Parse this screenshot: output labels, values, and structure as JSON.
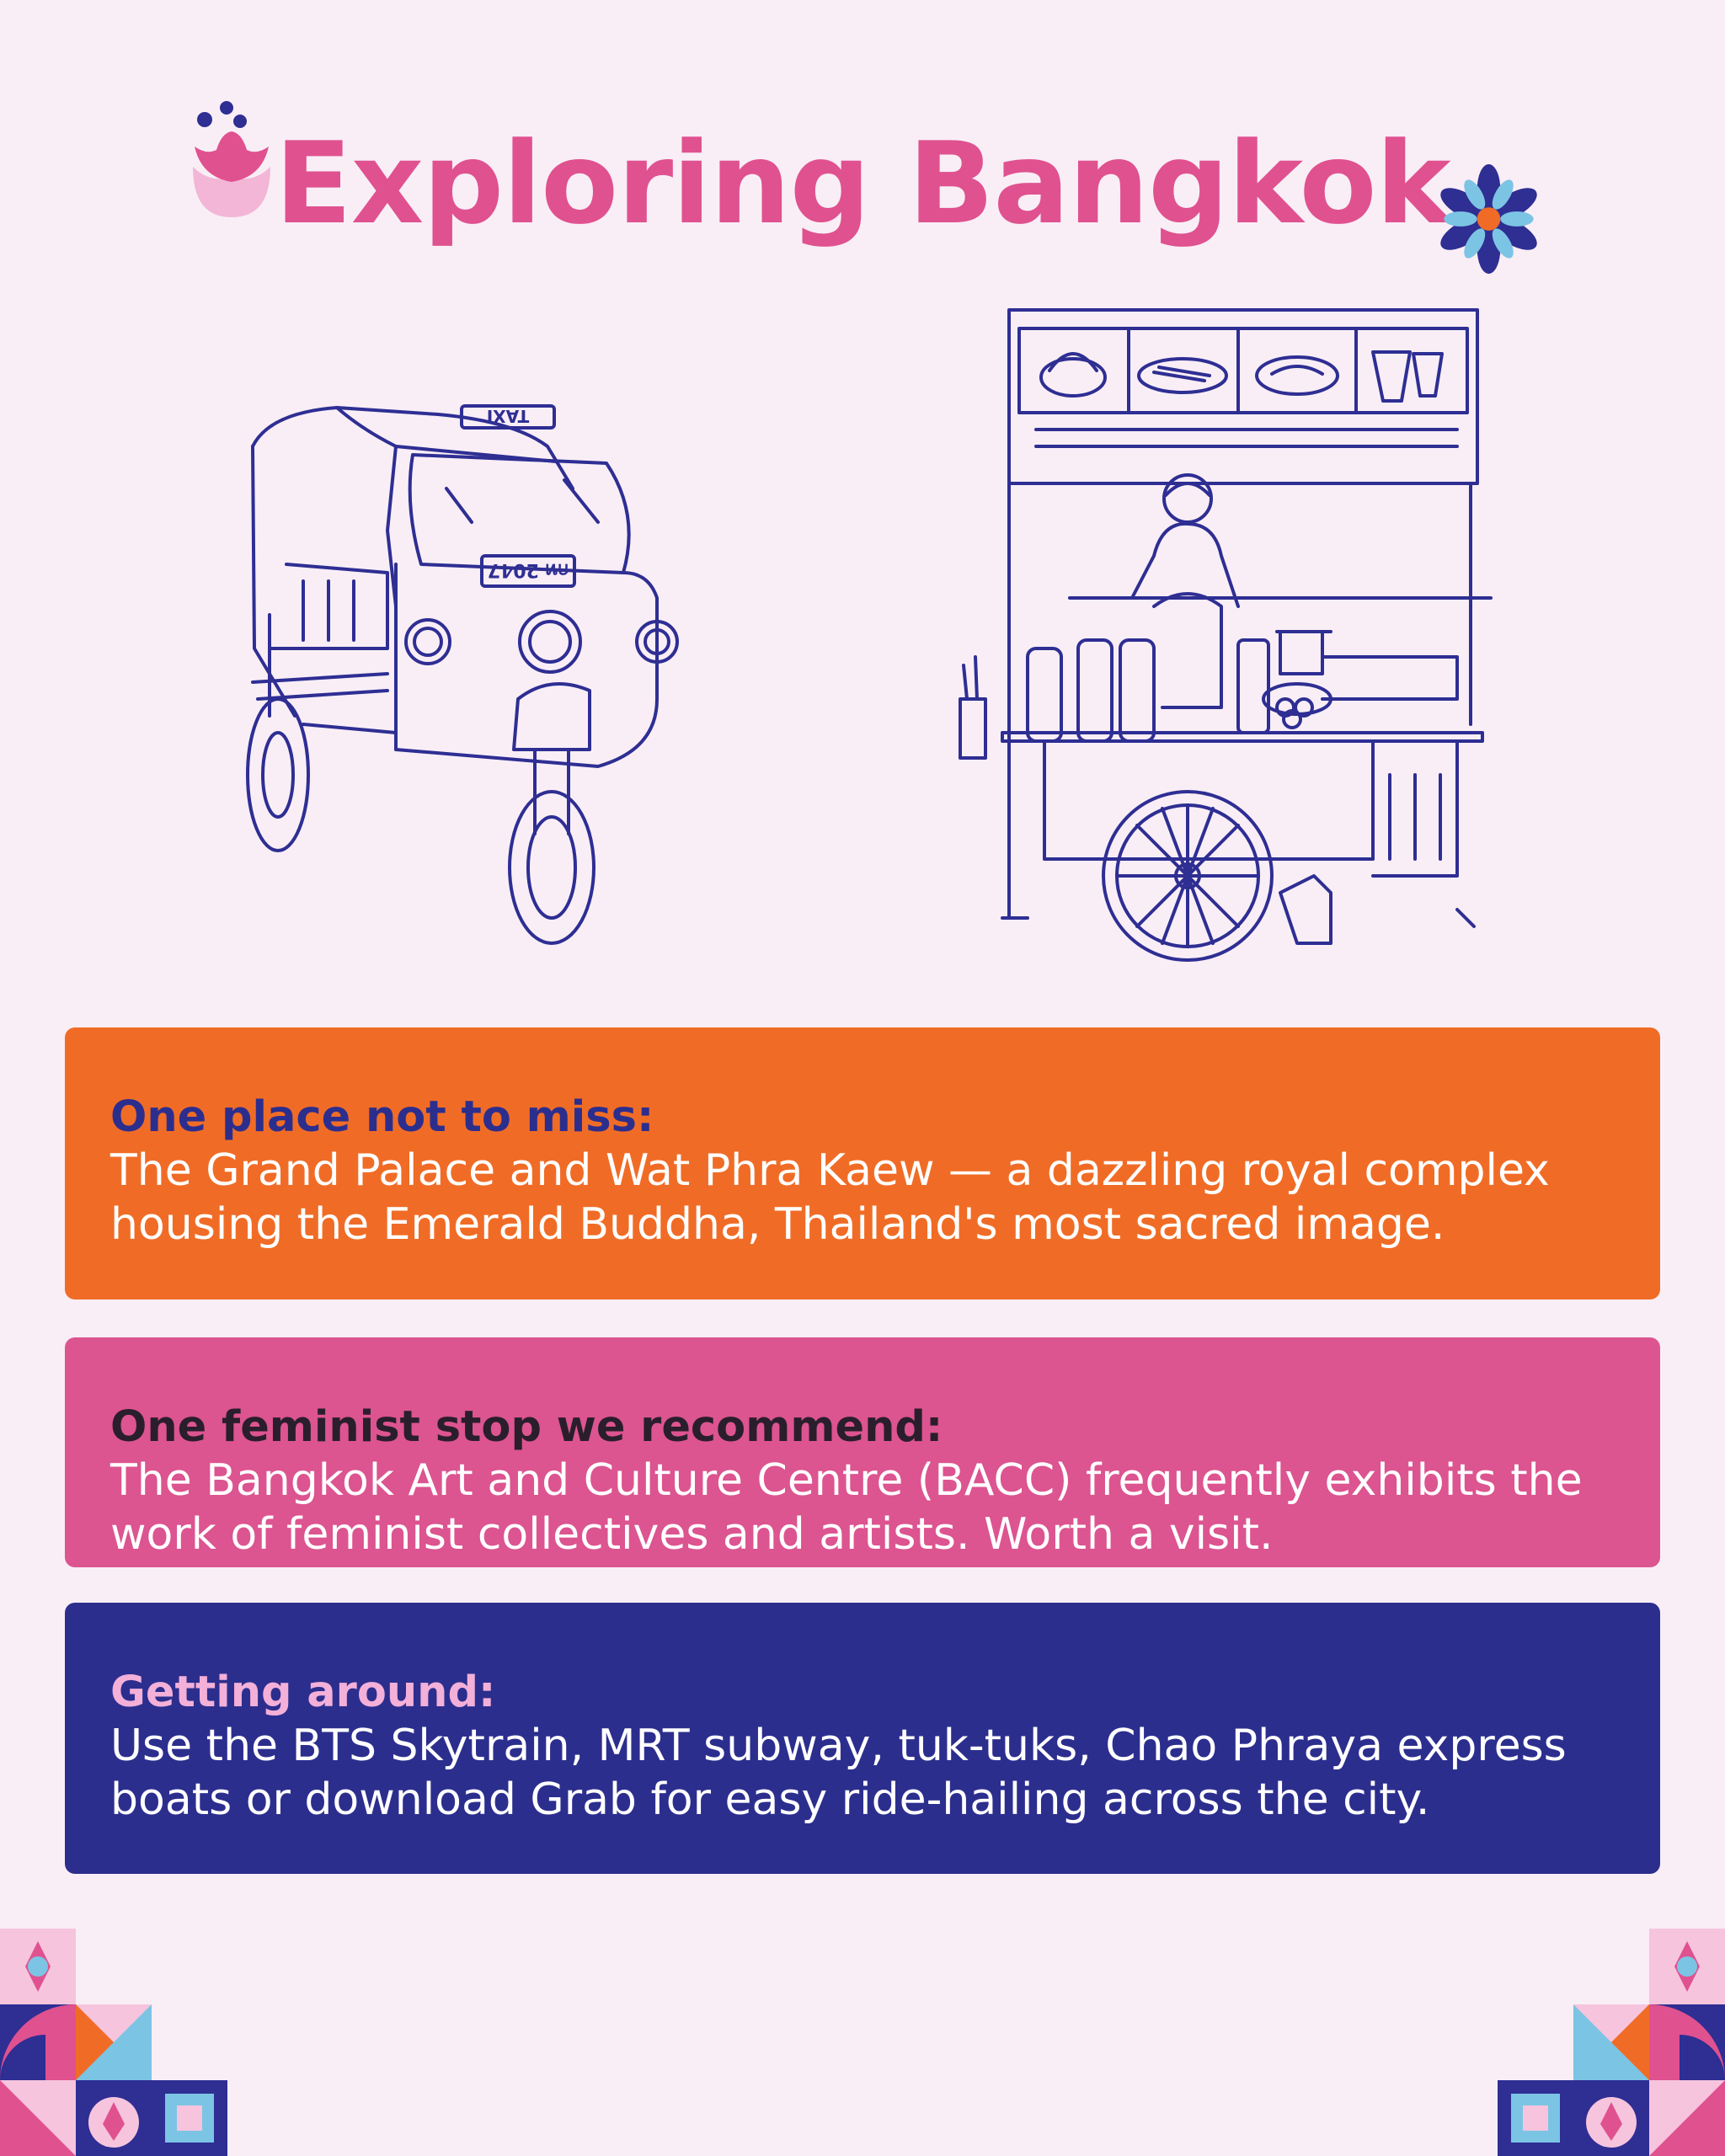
{
  "title": "Exploring Bangkok",
  "illustrations": {
    "tuktuk": {
      "roof_sign": "TAXI",
      "plate": "กท 2047"
    }
  },
  "cards": [
    {
      "heading": "One place not to miss:",
      "body": "The Grand Palace and Wat Phra Kaew — a dazzling royal complex housing the Emerald Buddha, Thailand's most sacred image.",
      "color": "#F06C26"
    },
    {
      "heading": "One feminist stop we recommend:",
      "body": "The Bangkok Art and Culture Centre (BACC) frequently exhibits the work of feminist collectives and artists. Worth a visit.",
      "color": "#DC5490"
    },
    {
      "heading": "Getting around:",
      "body": "Use the BTS Skytrain, MRT subway, tuk-tuks, Chao Phraya express boats or download Grab for easy ride-hailing across the city.",
      "color": "#2C2E8E"
    }
  ],
  "colors": {
    "background": "#F9EEF6",
    "title": "#E0518F",
    "line_art": "#2E2E93"
  }
}
